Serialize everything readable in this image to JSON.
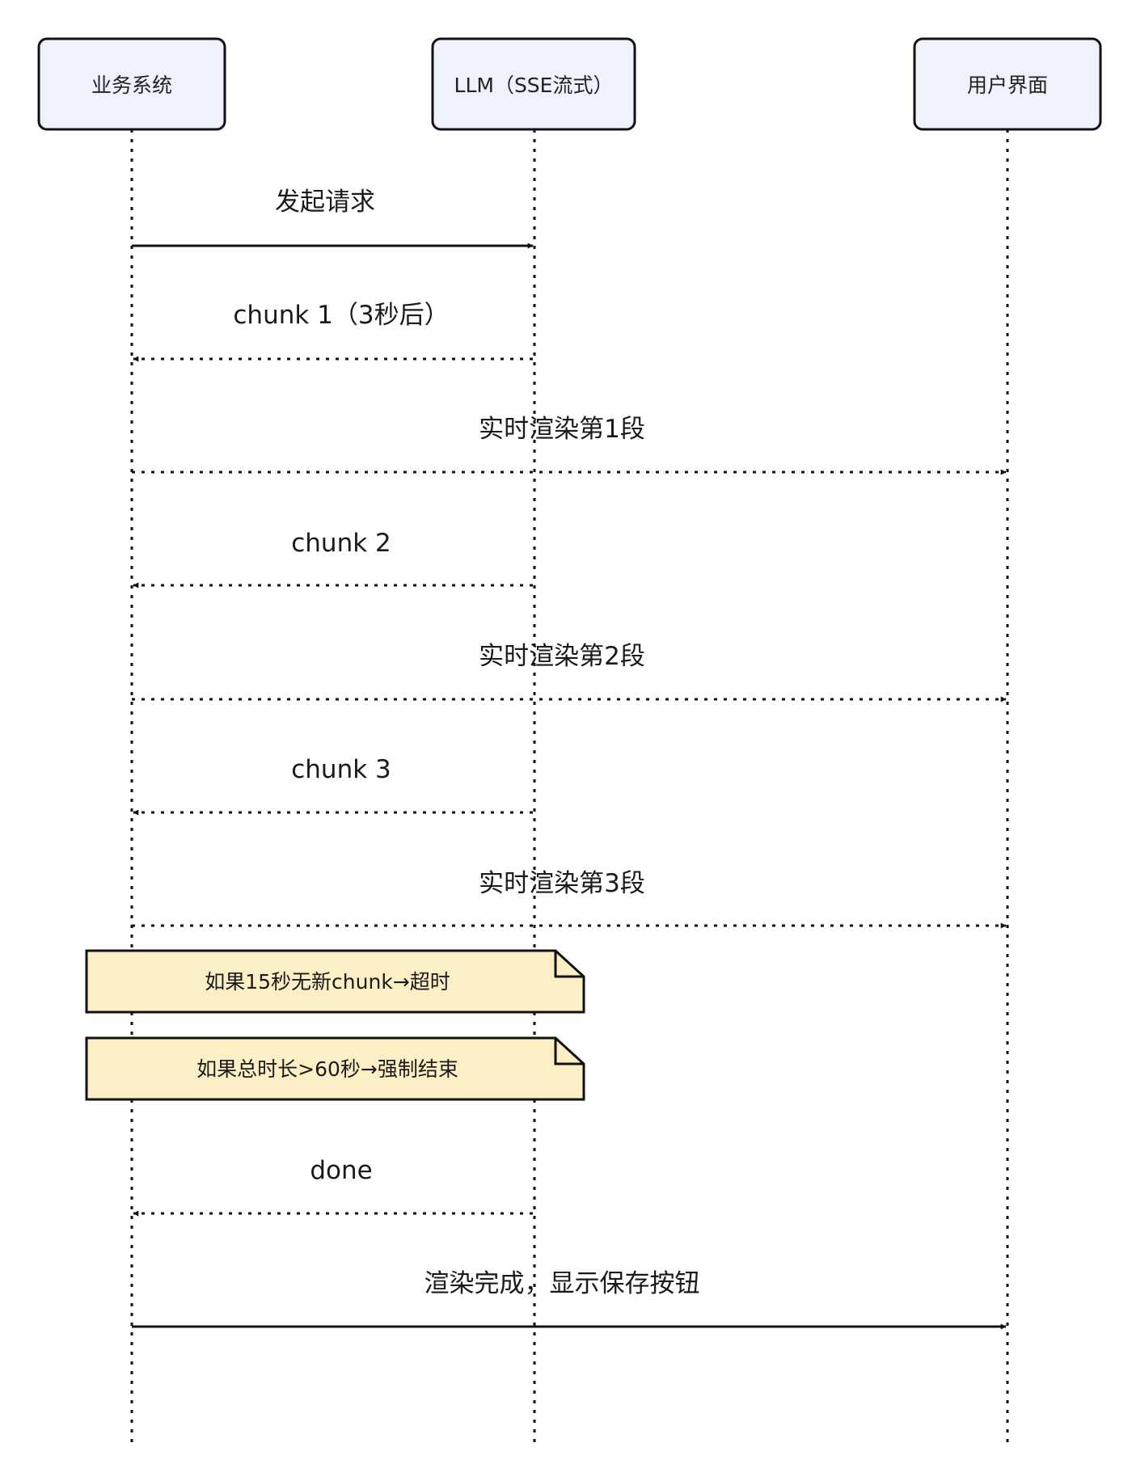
{
  "participants": [
    {
      "id": "biz",
      "label": "业务系统"
    },
    {
      "id": "llm",
      "label": "LLM（SSE流式）"
    },
    {
      "id": "ui",
      "label": "用户界面"
    }
  ],
  "messages": [
    {
      "from": "biz",
      "to": "llm",
      "label": "发起请求",
      "style": "solid"
    },
    {
      "from": "llm",
      "to": "biz",
      "label": "chunk 1（3秒后）",
      "style": "dotted"
    },
    {
      "from": "biz",
      "to": "ui",
      "label": "实时渲染第1段",
      "style": "dotted"
    },
    {
      "from": "llm",
      "to": "biz",
      "label": "chunk 2",
      "style": "dotted"
    },
    {
      "from": "biz",
      "to": "ui",
      "label": "实时渲染第2段",
      "style": "dotted"
    },
    {
      "from": "llm",
      "to": "biz",
      "label": "chunk 3",
      "style": "dotted"
    },
    {
      "from": "biz",
      "to": "ui",
      "label": "实时渲染第3段",
      "style": "dotted"
    }
  ],
  "notes": [
    {
      "over": [
        "biz",
        "llm"
      ],
      "text": "如果15秒无新chunk→超时"
    },
    {
      "over": [
        "biz",
        "llm"
      ],
      "text": "如果总时长>60秒→强制结束"
    }
  ],
  "final_messages": [
    {
      "from": "llm",
      "to": "biz",
      "label": "done",
      "style": "dotted"
    },
    {
      "from": "biz",
      "to": "ui",
      "label": "渲染完成，显示保存按钮",
      "style": "solid"
    }
  ],
  "colors": {
    "participant_fill": "#eef2fb",
    "note_fill": "#fcefc6",
    "stroke": "#111111"
  }
}
